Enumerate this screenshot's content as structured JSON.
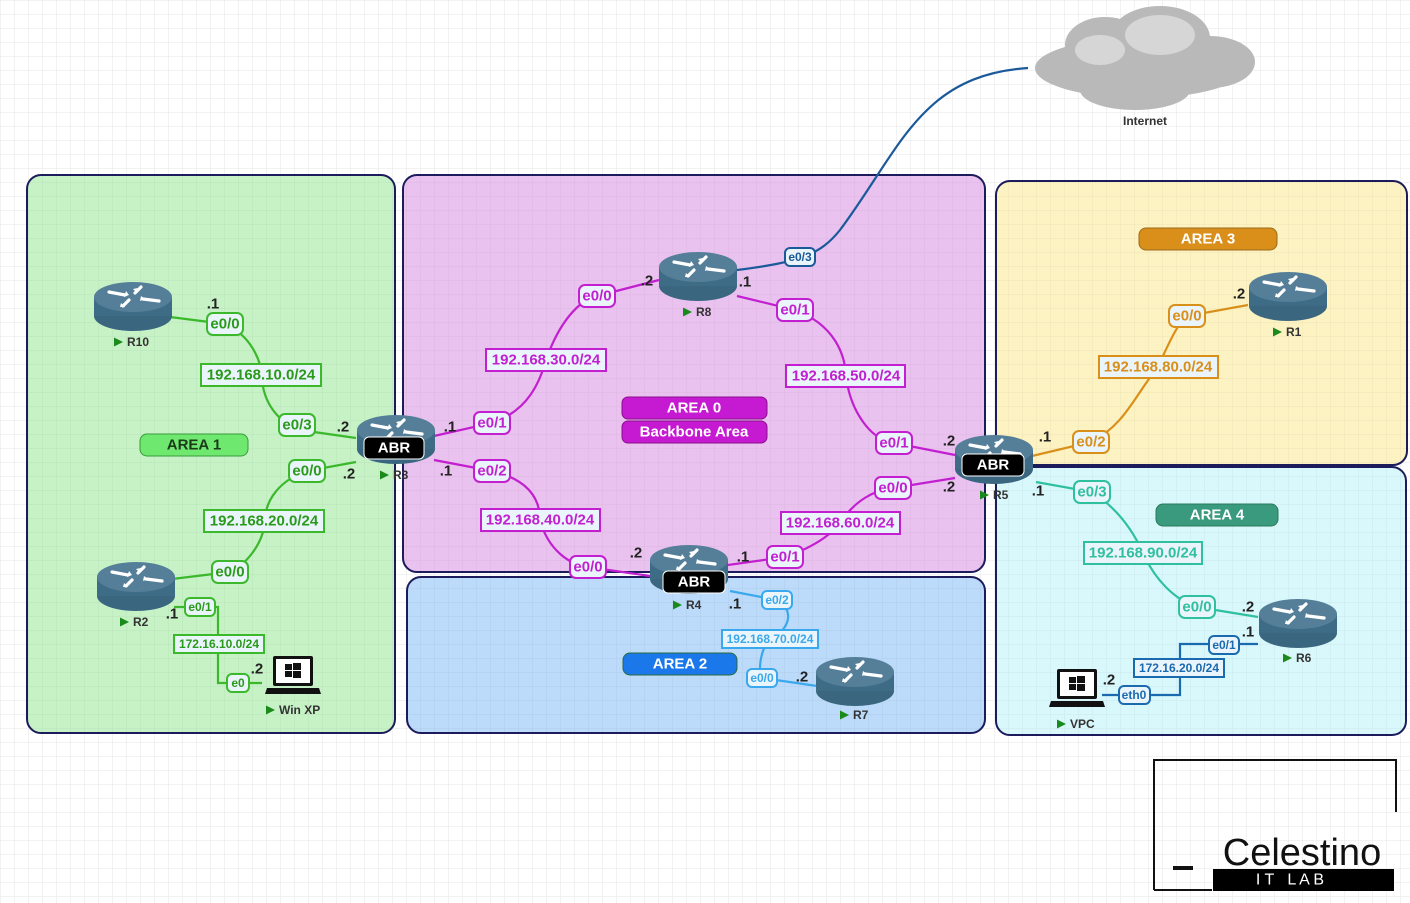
{
  "colors": {
    "area1": "#3cb82c",
    "area0": "#c21fd0",
    "area2": "#3aa8ec",
    "area3": "#d9901a",
    "area4": "#2fc0a0",
    "lan2": "#1a6ab0",
    "internet": "#1a5a9a"
  },
  "internet": {
    "label": "Internet",
    "icon": "cloud-icon"
  },
  "areas": {
    "a1": {
      "label": "AREA 1"
    },
    "a0": {
      "label": "AREA 0",
      "sub": "Backbone Area"
    },
    "a2": {
      "label": "AREA 2"
    },
    "a3": {
      "label": "AREA 3"
    },
    "a4": {
      "label": "AREA 4"
    }
  },
  "routers": {
    "r10": "R10",
    "r2": "R2",
    "r3": "R3",
    "r8": "R8",
    "r5": "R5",
    "r4": "R4",
    "r7": "R7",
    "r1": "R1",
    "r6": "R6",
    "abr": "ABR"
  },
  "hosts": {
    "winxp": "Win XP",
    "vpc": "VPC"
  },
  "links": {
    "l10": {
      "net": "192.168.10.0/24",
      "if_a": "e0/0",
      "ip_a": ".1",
      "if_b": "e0/3",
      "ip_b": ".2"
    },
    "l20": {
      "net": "192.168.20.0/24",
      "if_a": "e0/0",
      "ip_a": ".2",
      "if_b": "e0/0"
    },
    "l1610": {
      "net": "172.16.10.0/24",
      "if_a": "e0/1",
      "ip_a": ".1",
      "if_b": "e0",
      "ip_b": ".2"
    },
    "l30": {
      "net": "192.168.30.0/24",
      "if_a": "e0/1",
      "ip_a": ".1",
      "if_b": "e0/0",
      "ip_b": ".2"
    },
    "l40": {
      "net": "192.168.40.0/24",
      "if_a": "e0/2",
      "ip_a": ".1",
      "if_b": "e0/0",
      "ip_b": ".2"
    },
    "l50": {
      "net": "192.168.50.0/24",
      "if_a": "e0/1",
      "ip_a": ".1",
      "if_b": "e0/1",
      "ip_b": ".2"
    },
    "l60": {
      "net": "192.168.60.0/24",
      "if_a": "e0/1",
      "ip_a": ".1",
      "if_b": "e0/0",
      "ip_b": ".2"
    },
    "linet": {
      "if_a": "e0/3"
    },
    "l70": {
      "net": "192.168.70.0/24",
      "if_a": "e0/2",
      "ip_a": ".1",
      "if_b": "e0/0",
      "ip_b": ".2"
    },
    "l80": {
      "net": "192.168.80.0/24",
      "if_a": "e0/2",
      "ip_a": ".1",
      "if_b": "e0/0",
      "ip_b": ".2"
    },
    "l90": {
      "net": "192.168.90.0/24",
      "if_a": "e0/3",
      "ip_a": ".1",
      "if_b": "e0/0",
      "ip_b": ".2"
    },
    "l1620": {
      "net": "172.16.20.0/24",
      "if_a": "e0/1",
      "ip_a": ".1",
      "if_b": "eth0",
      "ip_b": ".2"
    }
  },
  "logo": {
    "name": "Celestino",
    "sub": "I T   L A B"
  }
}
